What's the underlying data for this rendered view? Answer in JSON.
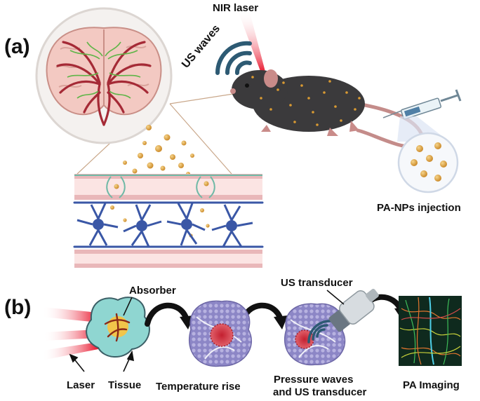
{
  "panels": {
    "a": "(a)",
    "b": "(b)"
  },
  "labels": {
    "nir_laser": "NIR laser",
    "us_waves": "US waves",
    "pa_nps_injection": "PA-NPs injection",
    "us_transducer": "US transducer",
    "absorber": "Absorber",
    "laser": "Laser",
    "tissue": "Tissue",
    "temperature_rise": "Temperature rise",
    "pressure_waves_line1": "Pressure waves",
    "pressure_waves_line2": "and US transducer",
    "pa_imaging": "PA Imaging"
  },
  "colors": {
    "vessel_wall": "#e9b7b9",
    "vessel_lumen": "#fbe4e3",
    "neuron": "#3a57a6",
    "nanoparticle": "#d99a32",
    "mouse": "#3b3a3c",
    "laser": "#e8132a",
    "us_wave": "#2d5a73",
    "tissue": "#8fd6d1",
    "tissue_cells": "#7b70b8",
    "heat": "#d0343c"
  }
}
